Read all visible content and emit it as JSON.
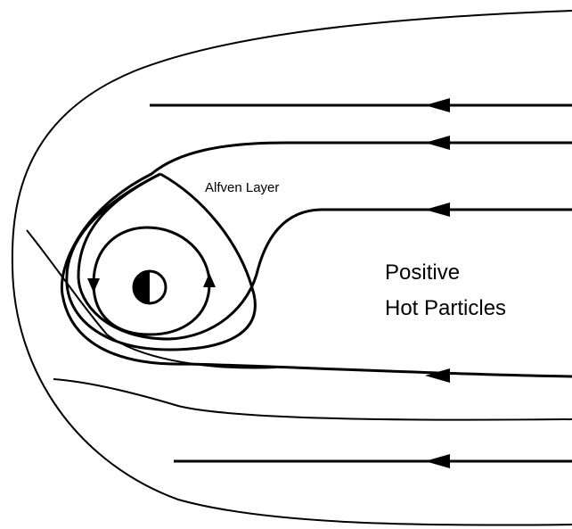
{
  "labels": {
    "alfven_layer": "Alfven Layer",
    "region_line1": "Positive",
    "region_line2": "Hot Particles"
  },
  "colors": {
    "ink": "#000000",
    "background": "#ffffff"
  }
}
